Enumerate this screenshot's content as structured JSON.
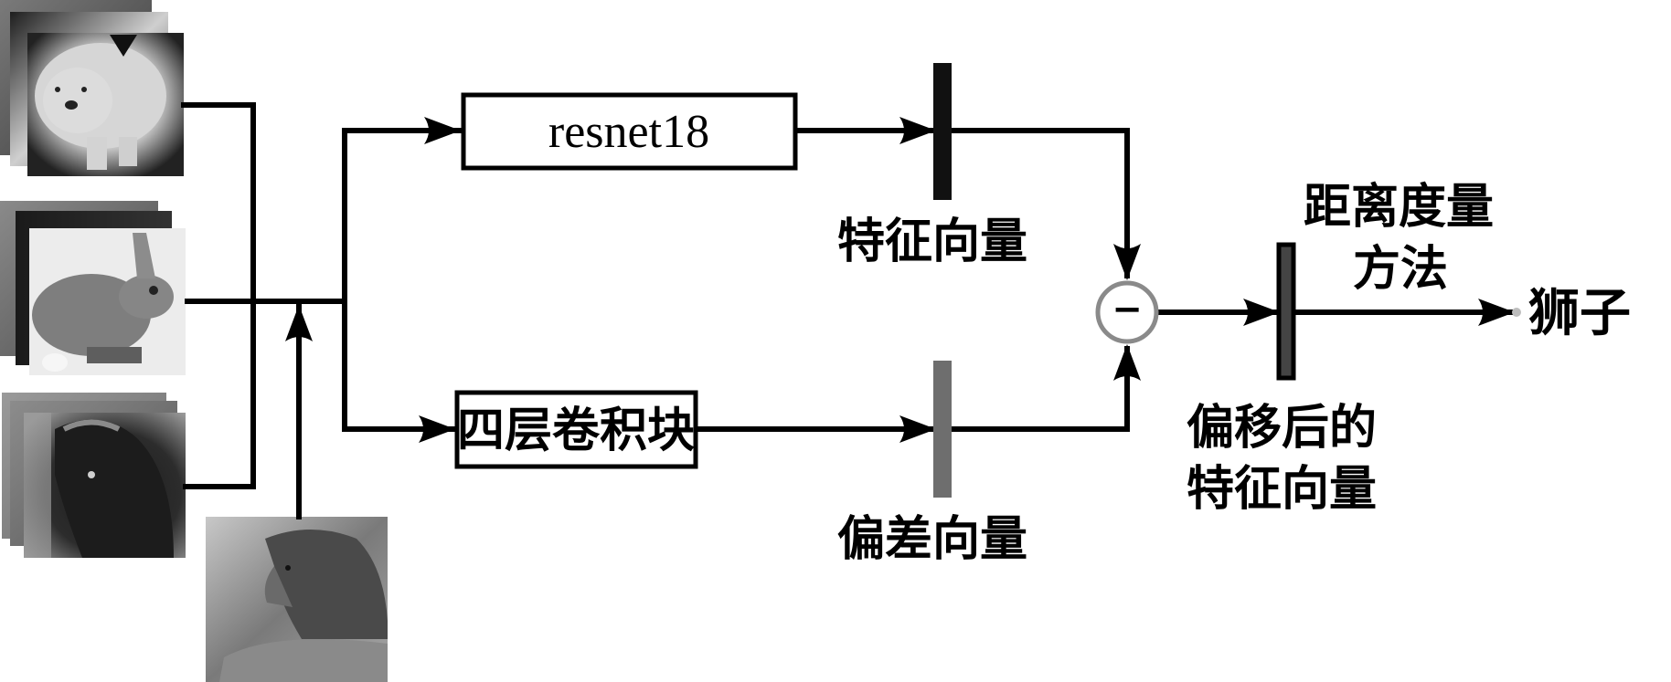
{
  "diagram": {
    "type": "pipeline",
    "description_nodes": {
      "support_images": [
        {
          "subject": "dog",
          "stack_count": 3
        },
        {
          "subject": "rabbit",
          "stack_count": 3
        },
        {
          "subject": "lion",
          "stack_count": 3
        }
      ],
      "query_image": {
        "subject": "lion"
      }
    },
    "blocks": {
      "backbone": "resnet18",
      "bias_net": "四层卷积块"
    },
    "vectors": {
      "feature": {
        "label": "特征向量",
        "color": "#111111"
      },
      "bias": {
        "label": "偏差向量",
        "color": "#6e6e6e"
      },
      "shifted": {
        "label_line1": "偏移后的",
        "label_line2": "特征向量",
        "color": "#444444"
      }
    },
    "operator": {
      "symbol": "−",
      "name": "subtract",
      "ring_color": "#8a8a8a"
    },
    "metric": {
      "label_line1": "距离度量",
      "label_line2": "方法"
    },
    "output": {
      "label": "狮子"
    },
    "colors": {
      "line": "#000000",
      "background": "#ffffff"
    }
  }
}
